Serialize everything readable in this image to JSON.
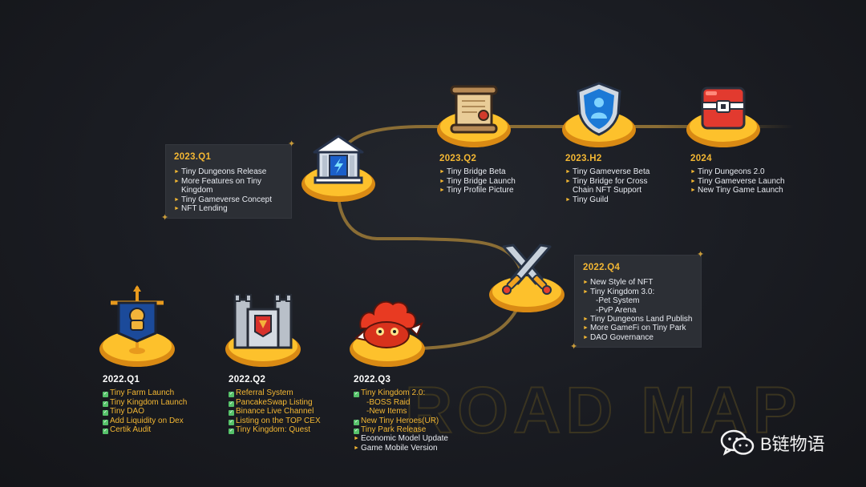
{
  "watermark": "ROAD MAP",
  "account_name": "B链物语",
  "colors": {
    "background": "#1a1c22",
    "accent": "#f3b733",
    "path": "#8a6d35",
    "check": "#56c26a",
    "box": "#2c2f35"
  },
  "icons": [
    "bank-icon",
    "scroll-icon",
    "shield-icon",
    "chest-icon",
    "crossed-swords-icon",
    "banner-icon",
    "castle-icon",
    "dragon-icon",
    "check-icon",
    "wechat-icon"
  ],
  "milestones": {
    "q1_2022": {
      "title": "2022.Q1",
      "items": [
        "Tiny Farm Launch",
        "Tiny Kingdom Launch",
        "Tiny DAO",
        "Add Liquidity on Dex",
        "Certik Audit"
      ]
    },
    "q2_2022": {
      "title": "2022.Q2",
      "items": [
        "Referral System",
        "PancakeSwap Listing",
        "Binance Live Channel",
        "Listing on the TOP CEX",
        "Tiny Kingdom: Quest"
      ]
    },
    "q3_2022": {
      "title": "2022.Q3",
      "items": [
        "Tiny Kingdom 2.0:",
        "-BOSS Raid",
        "-New Items",
        "New Tiny Heroes(UR)",
        "Tiny Park Release",
        "Economic Model Update",
        "Game Mobile Version"
      ]
    },
    "q4_2022": {
      "title": "2022.Q4",
      "items": [
        "New Style of NFT",
        "Tiny Kingdom 3.0:",
        "-Pet System",
        "-PvP Arena",
        "Tiny Dungeons Land Publish",
        "More GameFi on Tiny Park",
        "DAO Governance"
      ]
    },
    "q1_2023": {
      "title": "2023.Q1",
      "items": [
        "Tiny Dungeons Release",
        "More Features on Tiny",
        "Kingdom",
        "Tiny Gameverse Concept",
        "NFT Lending"
      ]
    },
    "q2_2023": {
      "title": "2023.Q2",
      "items": [
        "Tiny Bridge Beta",
        "Tiny Bridge Launch",
        "Tiny Profile Picture"
      ]
    },
    "h2_2023": {
      "title": "2023.H2",
      "items": [
        "Tiny Gameverse Beta",
        "Tiny Bridge for Cross",
        "Chain NFT Support",
        "Tiny Guild"
      ]
    },
    "y2024": {
      "title": "2024",
      "items": [
        "Tiny Dungeons 2.0",
        "Tiny Gameverse Launch",
        "New Tiny Game Launch"
      ]
    }
  }
}
